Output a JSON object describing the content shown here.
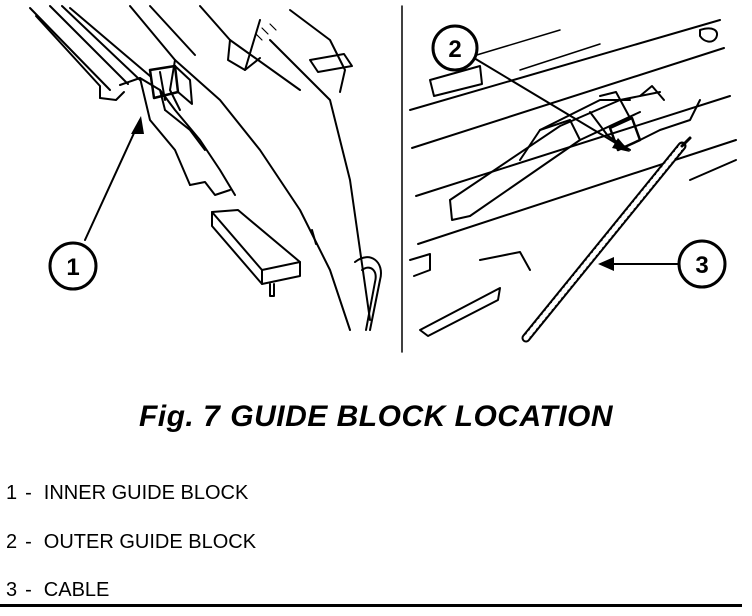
{
  "figure": {
    "number": "Fig. 7",
    "title": "GUIDE BLOCK LOCATION"
  },
  "callouts": [
    {
      "number": "1",
      "label": "INNER GUIDE BLOCK"
    },
    {
      "number": "2",
      "label": "OUTER GUIDE BLOCK"
    },
    {
      "number": "3",
      "label": "CABLE"
    }
  ],
  "legend_separator": "-",
  "colors": {
    "ink": "#000000",
    "paper": "#ffffff"
  }
}
